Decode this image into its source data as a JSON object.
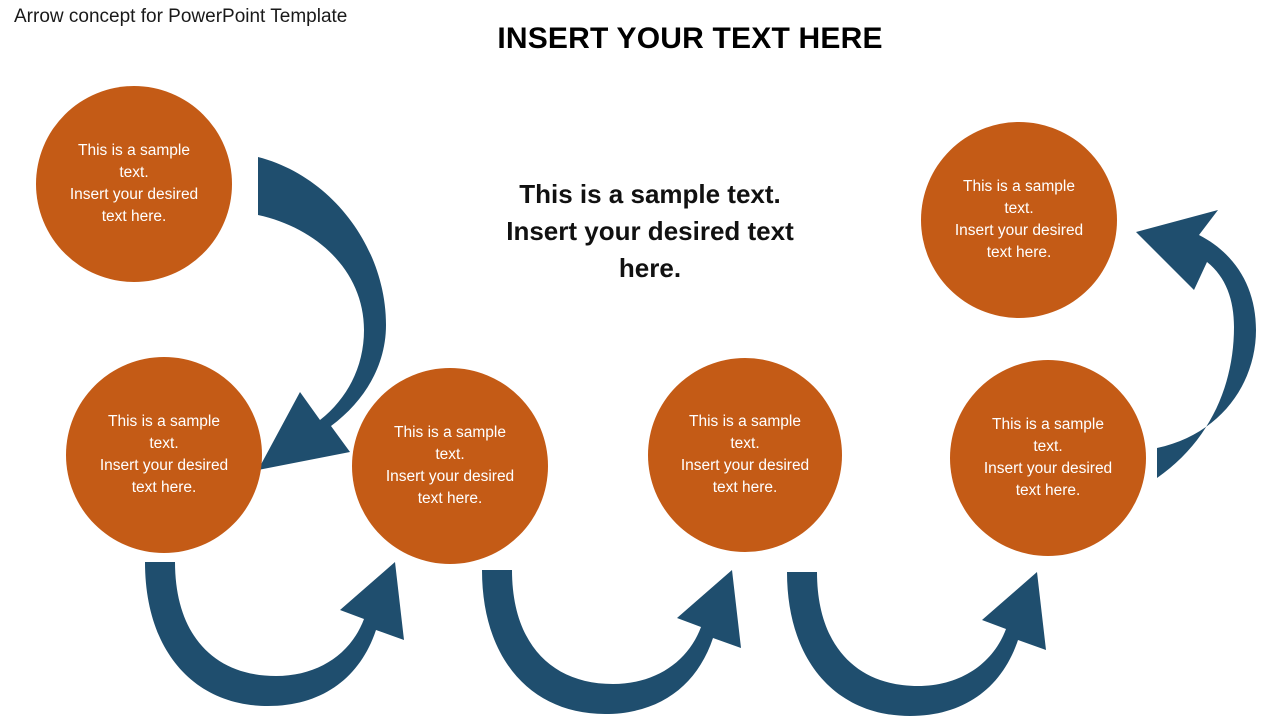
{
  "slide": {
    "caption": "Arrow concept for PowerPoint Template",
    "title": "INSERT YOUR TEXT HERE",
    "background_color": "#ffffff",
    "circle_color": "#c45b16",
    "arrow_color": "#1f4e6e",
    "circle_text_color": "#ffffff",
    "title_color": "#000000"
  },
  "center_text": {
    "line1": "This is a sample text.",
    "line2": "Insert your desired text",
    "line3": "here."
  },
  "nodes": [
    {
      "id": "node-1",
      "line1": "This is a sample",
      "line2": "text.",
      "line3": "Insert your desired",
      "line4": "text here."
    },
    {
      "id": "node-2",
      "line1": "This is a sample",
      "line2": "text.",
      "line3": "Insert your desired",
      "line4": "text here."
    },
    {
      "id": "node-3",
      "line1": "This is a sample",
      "line2": "text.",
      "line3": "Insert your desired",
      "line4": "text here."
    },
    {
      "id": "node-4",
      "line1": "This is a sample",
      "line2": "text.",
      "line3": "Insert your desired",
      "line4": "text here."
    },
    {
      "id": "node-5",
      "line1": "This is a sample",
      "line2": "text.",
      "line3": "Insert your desired",
      "line4": "text here."
    },
    {
      "id": "node-6",
      "line1": "This is a sample",
      "line2": "text.",
      "line3": "Insert your desired",
      "line4": "text here."
    }
  ],
  "arrows": [
    {
      "id": "arrow-1",
      "direction": "down-left",
      "shape": "c-curve"
    },
    {
      "id": "arrow-2",
      "direction": "up-right",
      "shape": "u-curve"
    },
    {
      "id": "arrow-3",
      "direction": "up-right",
      "shape": "u-curve"
    },
    {
      "id": "arrow-4",
      "direction": "up-right",
      "shape": "u-curve"
    },
    {
      "id": "arrow-5",
      "direction": "up-left",
      "shape": "reverse-c-curve"
    }
  ]
}
